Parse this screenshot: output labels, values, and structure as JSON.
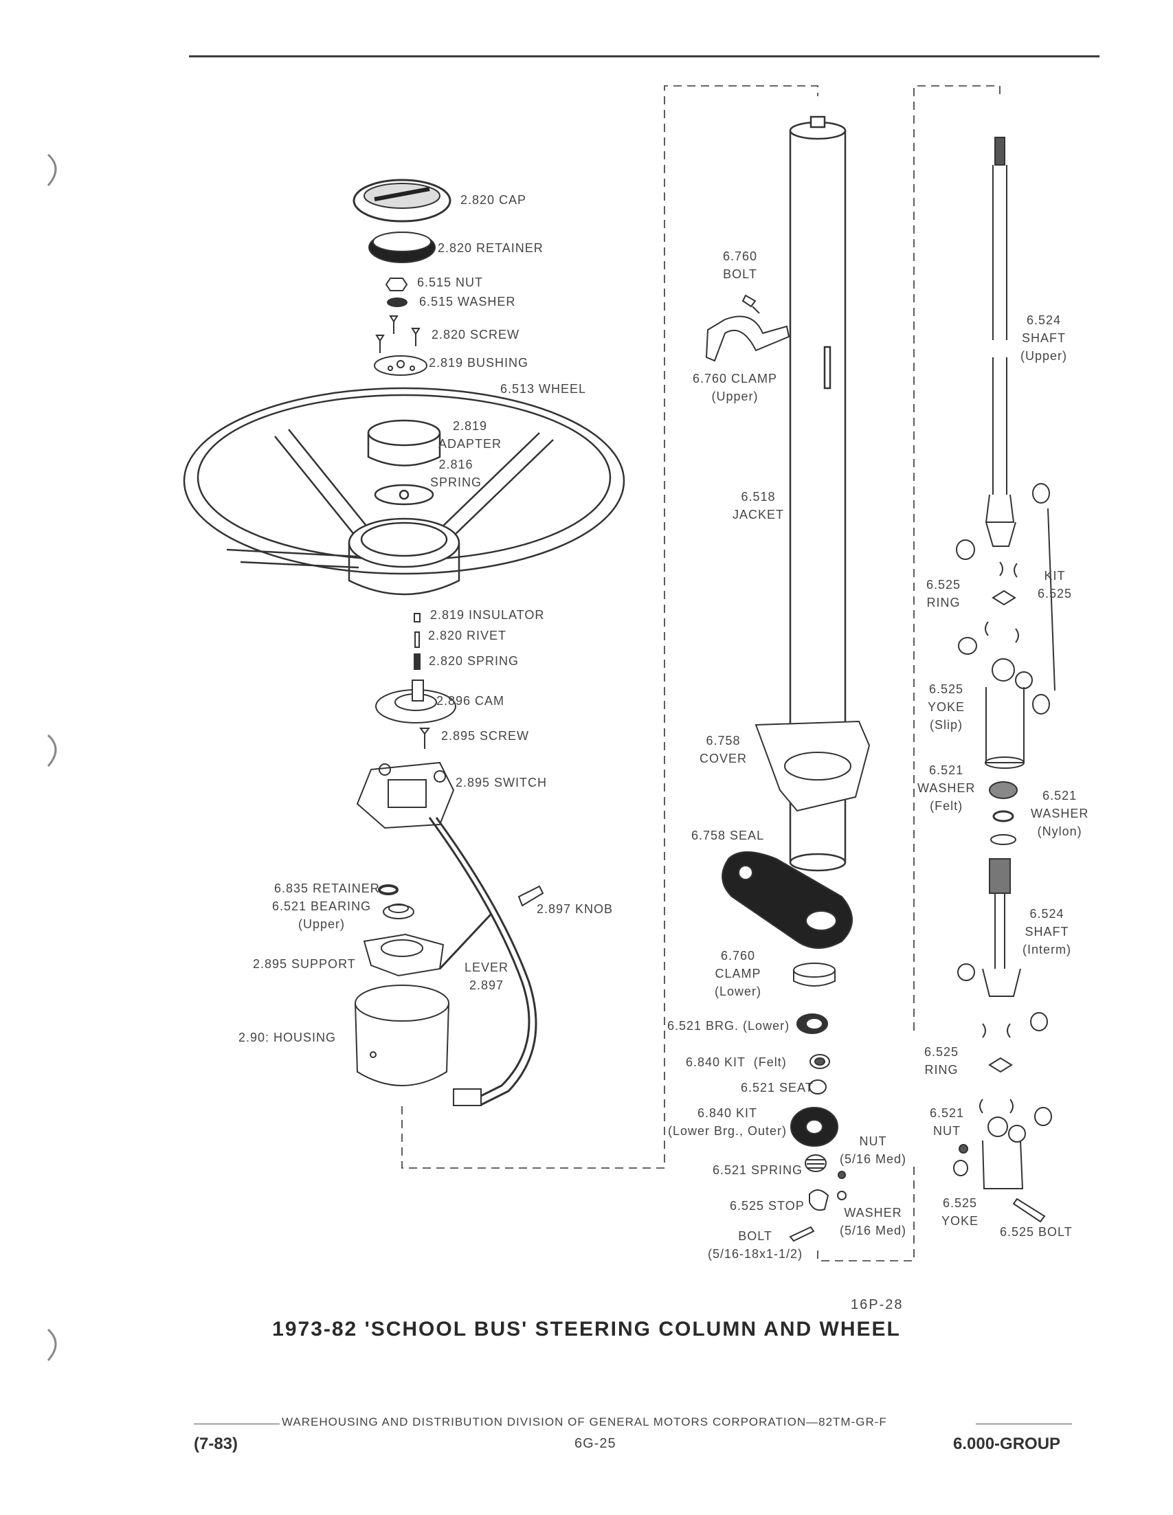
{
  "labels": {
    "cap": "2.820 CAP",
    "retainer_top": "2.820 RETAINER",
    "nut_6515": "6.515 NUT",
    "washer_6515": "6.515 WASHER",
    "screw_2820": "2.820 SCREW",
    "bushing_2819": "2.819 BUSHING",
    "wheel": "6.513 WHEEL",
    "adapter": "2.819\nADAPTER",
    "spring_2816": "2.816\nSPRING",
    "insulator": "2.819 INSULATOR",
    "rivet": "2.820 RIVET",
    "spring_2820": "2.820 SPRING",
    "cam": "2.896 CAM",
    "screw_2895": "2.895 SCREW",
    "switch": "2.895 SWITCH",
    "retainer_6835": "6.835 RETAINER",
    "bearing_upper": "6.521 BEARING\n(Upper)",
    "knob": "2.897 KNOB",
    "support": "2.895 SUPPORT",
    "lever": "LEVER\n2.897",
    "housing": "2.90: HOUSING",
    "bolt_6760": "6.760\nBOLT",
    "clamp_upper": "6.760 CLAMP\n(Upper)",
    "jacket": "6.518\nJACKET",
    "cover": "6.758\nCOVER",
    "seal": "6.758 SEAL",
    "clamp_lower": "6.760\nCLAMP\n(Lower)",
    "brg_lower": "6.521 BRG. (Lower)",
    "kit_felt": "6.840 KIT  (Felt)",
    "seat": "6.521 SEAT",
    "kit_outer": "6.840 KIT\n(Lower Brg., Outer)",
    "spring_6521": "6.521 SPRING",
    "nut_med": "NUT\n(5/16 Med)",
    "stop": "6.525 STOP",
    "washer_med": "WASHER\n(5/16 Med)",
    "bolt_stop": "BOLT\n(5/16-18x1-1/2)",
    "shaft_upper": "6.524\nSHAFT\n(Upper)",
    "ring_6525_top": "6.525\nRING",
    "kit_6525": "KIT\n6.525",
    "yoke_slip": "6.525\nYOKE\n(Slip)",
    "washer_felt": "6.521\nWASHER\n(Felt)",
    "washer_nylon": "6.521\nWASHER\n(Nylon)",
    "shaft_interm": "6.524\nSHAFT\n(Interm)",
    "ring_6525_bottom": "6.525\nRING",
    "nut_6521": "6.521\nNUT",
    "yoke_6525": "6.525\nYOKE",
    "bolt_6525": "6.525 BOLT"
  },
  "figure_code": "16P-28",
  "title": "1973-82 'SCHOOL BUS' STEERING COLUMN AND WHEEL",
  "footer": {
    "division": "WAREHOUSING AND DISTRIBUTION  DIVISION OF GENERAL MOTORS CORPORATION—82TM-GR-F",
    "date": "(7-83)",
    "page": "6G-25",
    "group": "6.000-GROUP"
  }
}
